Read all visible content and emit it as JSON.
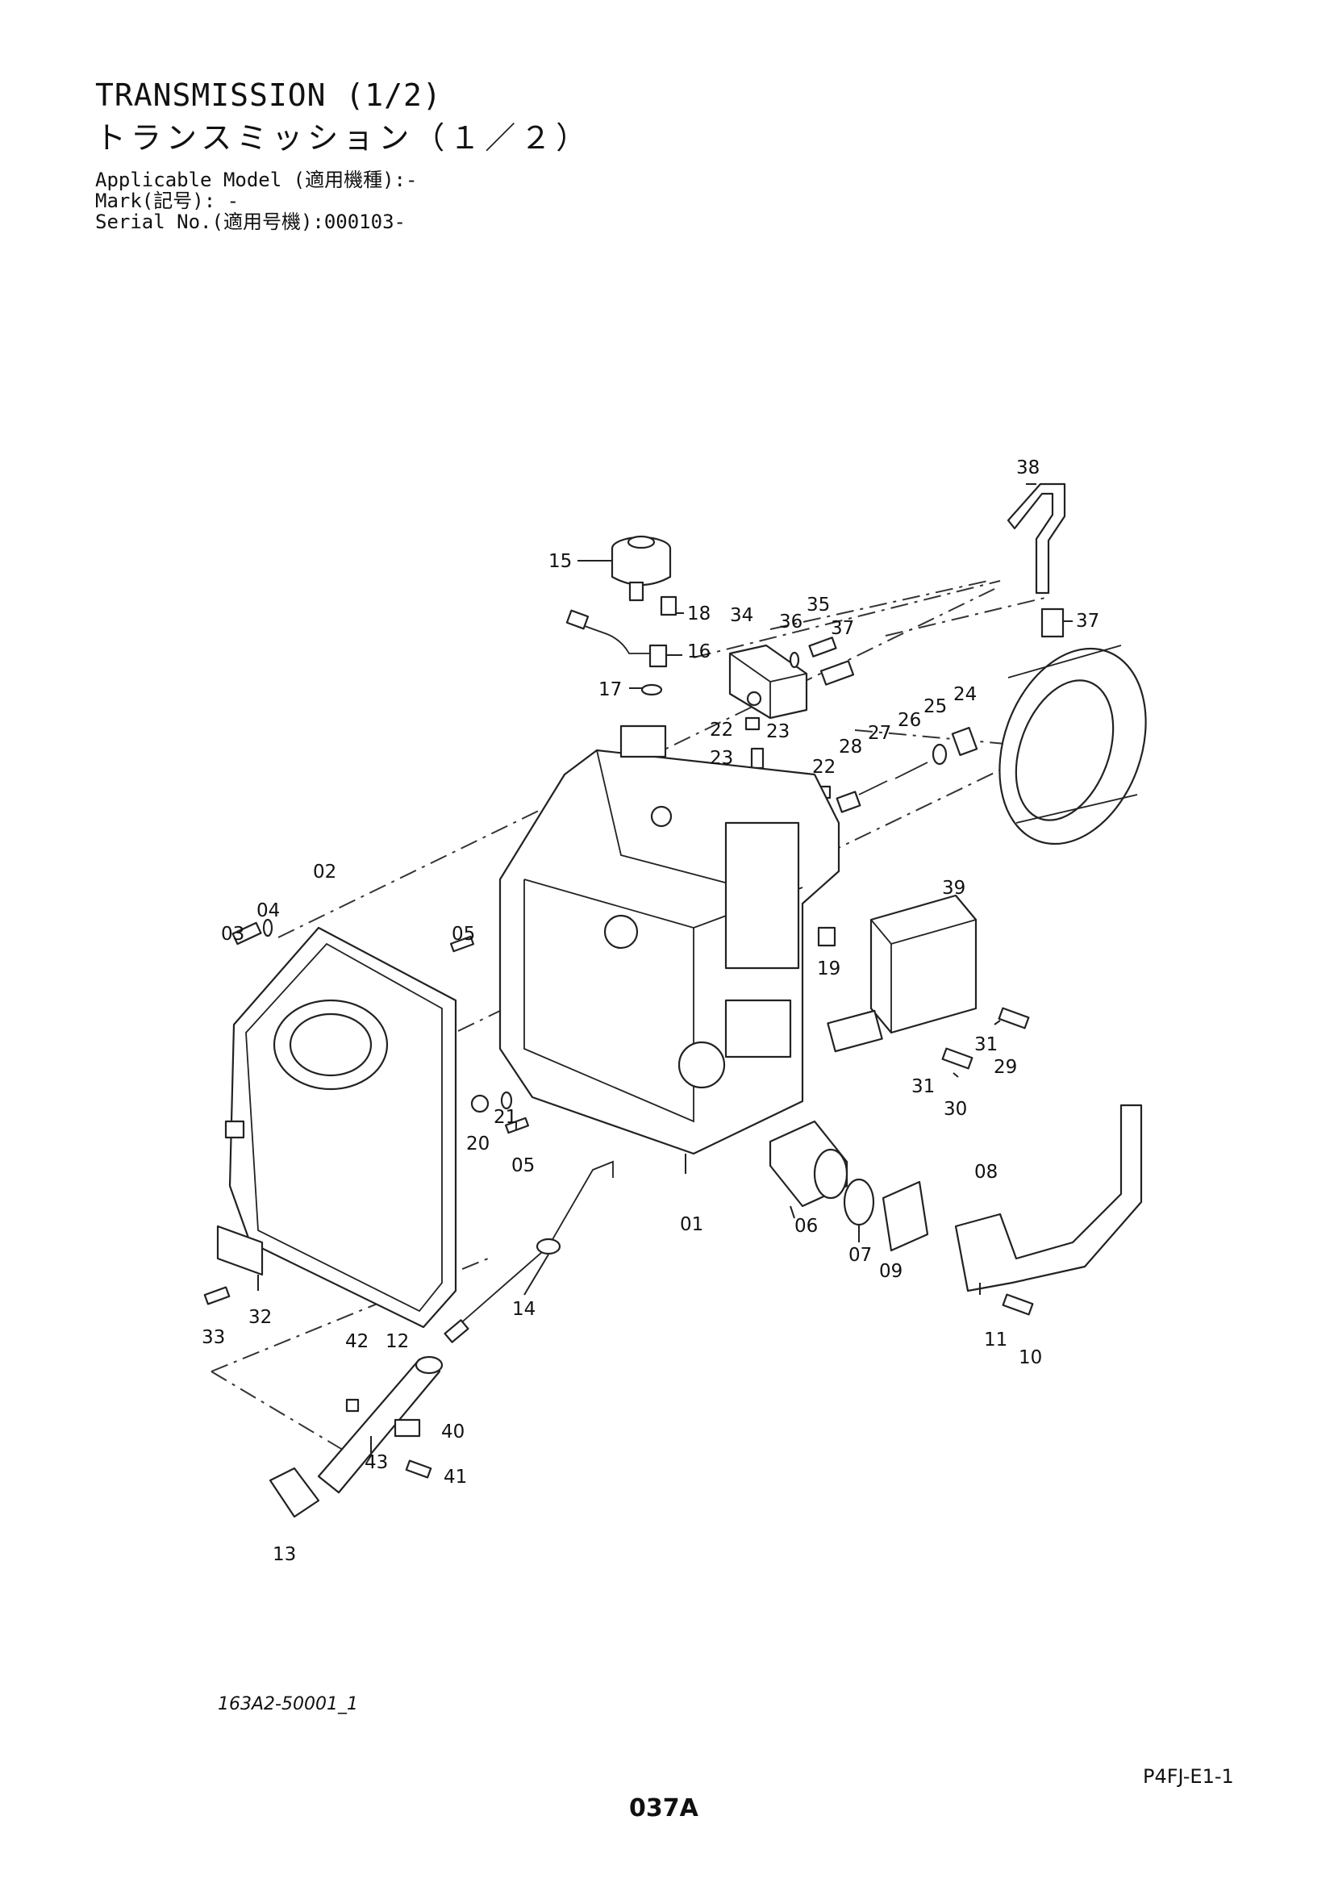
{
  "header": {
    "title_en": "TRANSMISSION (1/2)",
    "title_jp": "トランスミッション（１／２）",
    "applicable_model": "Applicable Model (適用機種):-",
    "mark": "Mark(記号): -",
    "serial_no": "Serial No.(適用号機):000103-"
  },
  "callouts": [
    "01",
    "02",
    "03",
    "04",
    "05",
    "05",
    "06",
    "07",
    "08",
    "09",
    "10",
    "11",
    "12",
    "13",
    "14",
    "15",
    "16",
    "17",
    "18",
    "19",
    "20",
    "21",
    "22",
    "22",
    "23",
    "23",
    "24",
    "25",
    "26",
    "27",
    "28",
    "29",
    "30",
    "31",
    "31",
    "32",
    "33",
    "34",
    "35",
    "36",
    "37",
    "37",
    "38",
    "39",
    "40",
    "41",
    "42",
    "43"
  ],
  "footer": {
    "drawing_no": "163A2-50001_1",
    "ref_code": "P4FJ-E1-1",
    "page": "037A"
  }
}
